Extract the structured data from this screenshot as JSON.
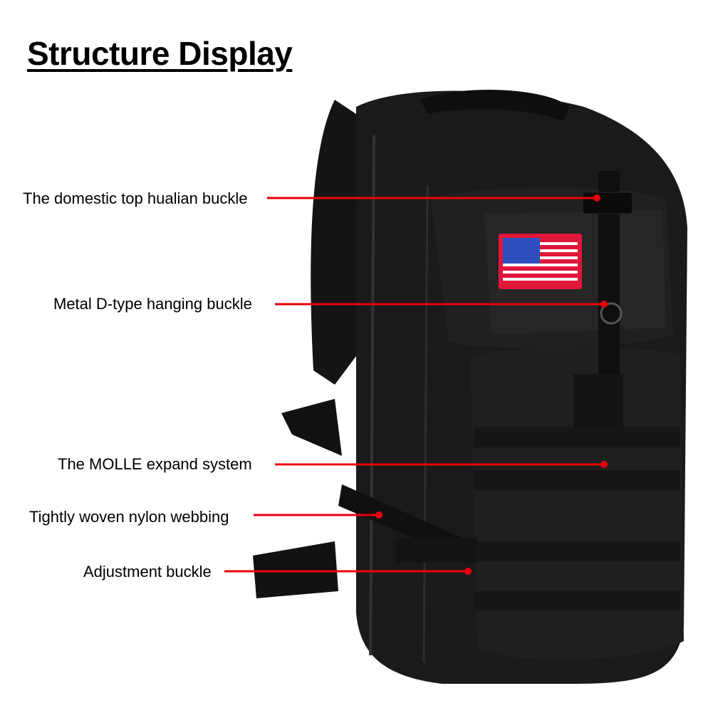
{
  "title": "Structure Display",
  "product": "Black tactical MOLLE backpack with US flag patch",
  "colors": {
    "leader_line": "#e8000b",
    "bag_body": "#1a1a1a",
    "bag_shade": "#0d0d0d",
    "flag_red": "#e0163a",
    "flag_blue": "#2f4fbf",
    "flag_white": "#ffffff"
  },
  "callouts": [
    {
      "label": "The domestic top hualian buckle"
    },
    {
      "label": "Metal D-type hanging buckle"
    },
    {
      "label": "The MOLLE expand system"
    },
    {
      "label": "Tightly woven nylon webbing"
    },
    {
      "label": "Adjustment buckle"
    }
  ]
}
